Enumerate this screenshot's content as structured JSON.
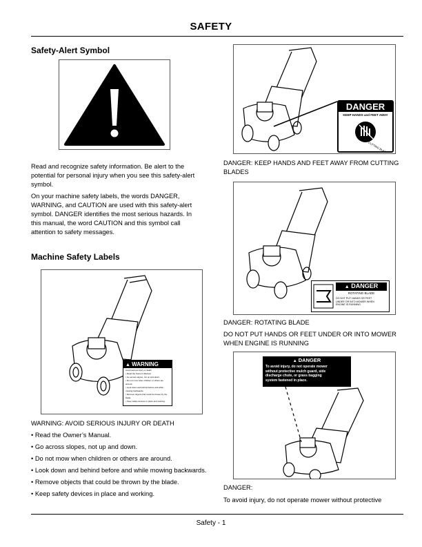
{
  "page": {
    "title": "SAFETY",
    "footer": "Safety - 1"
  },
  "left": {
    "alert_heading": "Safety-Alert Symbol",
    "alert_paragraphs": [
      "Read and recognize safety information. Be alert to the potential for personal injury when you see this safety-alert symbol.",
      "On your machine safety labels, the words DANGER, WARNING, and CAUTION are used with this safety-alert symbol. DANGER identifies the most serious hazards. In this manual, the word CAUTION and this symbol call attention to safety messages."
    ],
    "labels_heading": "Machine Safety Labels",
    "warning_caption": "WARNING: AVOID SERIOUS INJURY OR DEATH",
    "warning_bullets": [
      "•   Read the Owner’s Manual.",
      "• Go across slopes, not up and down.",
      "•   Do not mow when children or others are around.",
      "•   Look down and behind before and while mowing backwards.",
      "• Remove objects that could be thrown by the blade.",
      "• Keep safety devices in place and working."
    ],
    "warning_label": {
      "word": "WARNING",
      "lines": [
        "Avoid serious injury or death",
        "• Read the Owner's Manual.",
        "• Go across slopes, not up and down.",
        "• Do not mow when children or others are around.",
        "• Look down and behind before and while mowing backwards.",
        "• Remove objects that could be thrown by the blade.",
        "• Keep safety devices in place and working."
      ]
    }
  },
  "right": {
    "fig1_label": {
      "word": "DANGER",
      "sub": "KEEP HANDS and FEET AWAY",
      "arc": "CUTTING BLADES"
    },
    "caption1": "DANGER: KEEP HANDS AND FEET AWAY FROM CUTTING BLADES",
    "fig2_label": {
      "word": "DANGER",
      "sub": "ROTATING BLADE",
      "lines": [
        "DO NOT PUT HANDS OR FEET",
        "UNDER OR INTO MOWER WHEN",
        "ENGINE IS RUNNING"
      ]
    },
    "caption2a": "DANGER: ROTATING BLADE",
    "caption2b": "DO NOT PUT HANDS OR FEET UNDER OR INTO MOWER WHEN ENGINE IS RUNNING",
    "fig3_label": {
      "word": "DANGER",
      "lines": [
        "To avoid injury, do not operate mower",
        "without protective mulch guard, side",
        "discharge chute, or grass bagging",
        "system fastened in place."
      ]
    },
    "caption3a": "DANGER:",
    "caption3b": "To avoid injury, do not operate mower without protective"
  }
}
